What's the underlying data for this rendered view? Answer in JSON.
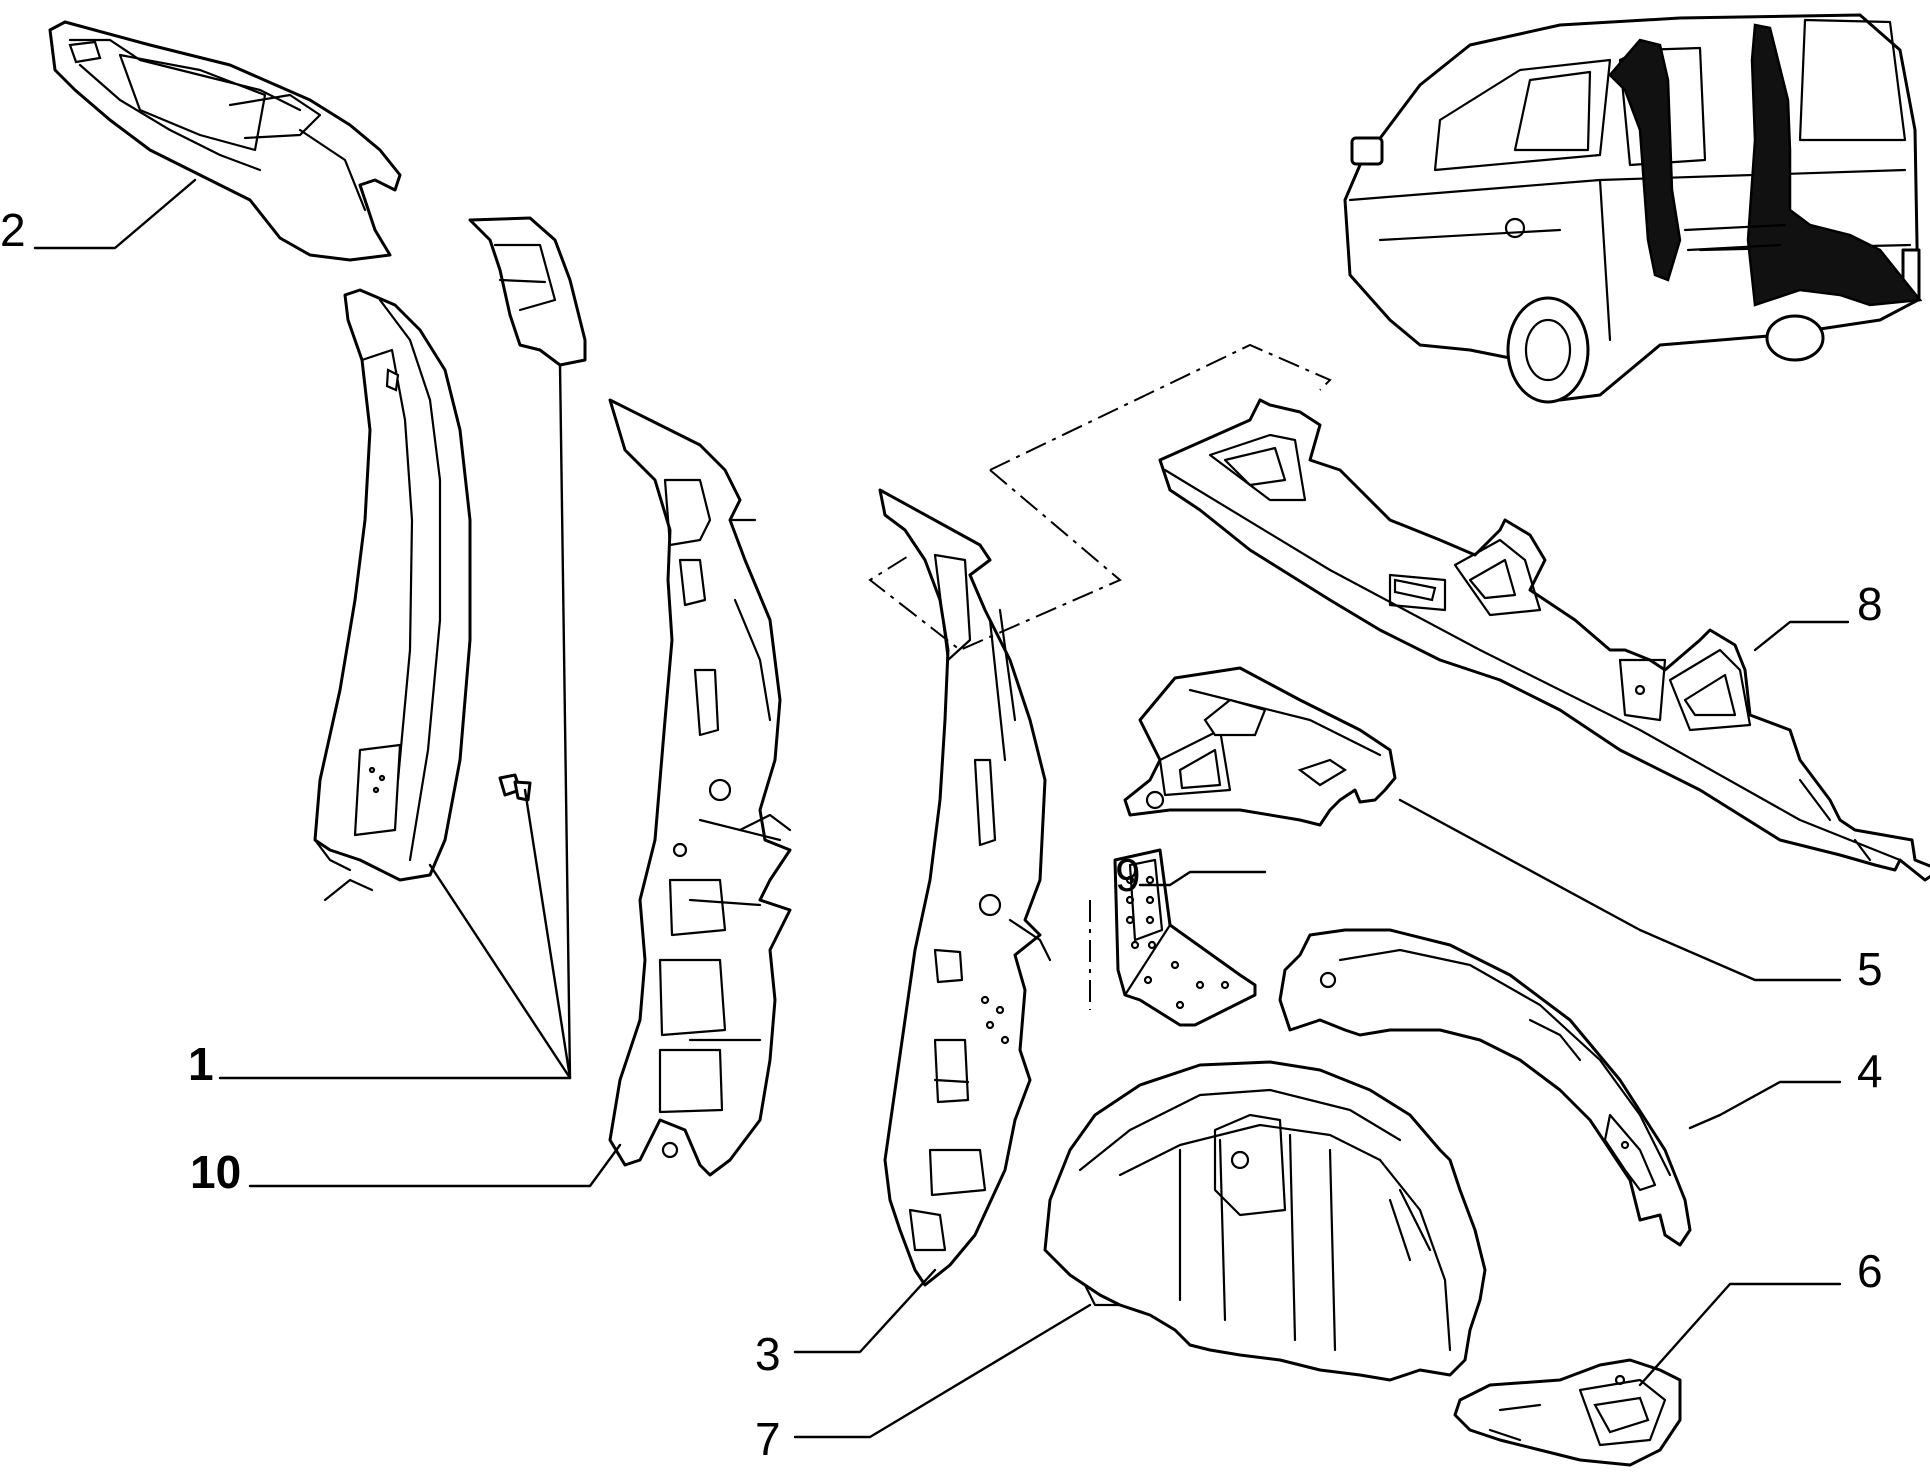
{
  "callouts": [
    {
      "id": "2",
      "text": "2"
    },
    {
      "id": "8",
      "text": "8"
    },
    {
      "id": "9",
      "text": "9"
    },
    {
      "id": "5",
      "text": "5"
    },
    {
      "id": "4",
      "text": "4"
    },
    {
      "id": "1",
      "text": "1"
    },
    {
      "id": "10",
      "text": "10"
    },
    {
      "id": "6",
      "text": "6"
    },
    {
      "id": "3",
      "text": "3"
    },
    {
      "id": "7",
      "text": "7"
    }
  ],
  "colors": {
    "line": "#000000",
    "background": "#ffffff",
    "highlight": "#111111"
  }
}
